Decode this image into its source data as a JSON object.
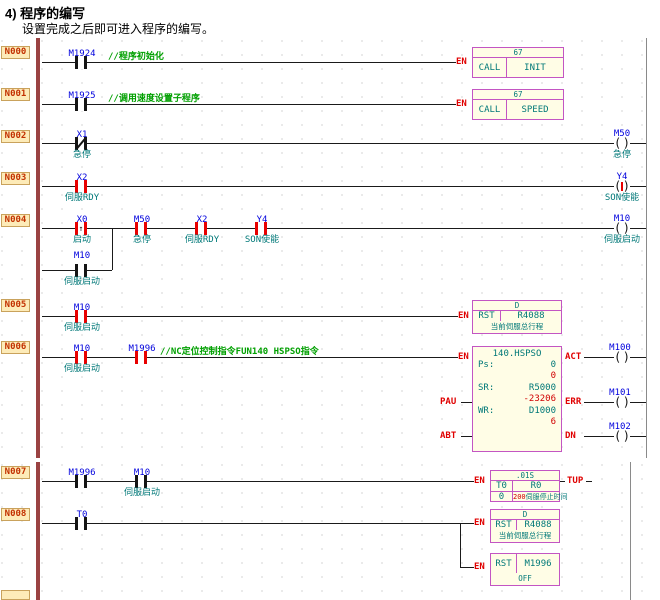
{
  "header": {
    "heading": "4) 程序的编写",
    "subheading": "设置完成之后即可进入程序的编写。"
  },
  "labels": {
    "en": "EN",
    "pau": "PAU",
    "abt": "ABT",
    "act": "ACT",
    "err": "ERR",
    "dn": "DN",
    "tup": "TUP"
  },
  "colors": {
    "power_rail": "#9a4242",
    "wire": "#1a1a1a",
    "element_name": "#0000dd",
    "description": "#007878",
    "comment": "#00a000",
    "pin_label": "#e00000",
    "energized": "#e80000",
    "monitor_value": "#d00000",
    "block_border": "#c355c3",
    "block_fill": "#fffde6",
    "network_box_bg": "#fdebb8",
    "network_box_text": "#c23000"
  },
  "networks": {
    "n000": {
      "id": "N000",
      "contact": "M1924",
      "comment": "//程序初始化",
      "fun": "67",
      "op": "CALL",
      "arg": "INIT"
    },
    "n001": {
      "id": "N001",
      "contact": "M1925",
      "comment": "//调用速度设置子程序",
      "fun": "67",
      "op": "CALL",
      "arg": "SPEED"
    },
    "n002": {
      "id": "N002",
      "contact": "X1",
      "contact_desc": "急停",
      "coil": "M50",
      "coil_desc": "急停"
    },
    "n003": {
      "id": "N003",
      "contact": "X2",
      "contact_desc": "伺服RDY",
      "coil": "Y4",
      "coil_desc": "SON使能"
    },
    "n004": {
      "id": "N004",
      "contacts": [
        {
          "name": "X0",
          "desc": "启动"
        },
        {
          "name": "M50",
          "desc": "急停"
        },
        {
          "name": "X2",
          "desc": "伺服RDY"
        },
        {
          "name": "Y4",
          "desc": "SON使能"
        }
      ],
      "branch": {
        "name": "M10",
        "desc": "伺服启动"
      },
      "coil": "M10",
      "coil_desc": "伺服启动"
    },
    "n005": {
      "id": "N005",
      "contact": "M10",
      "contact_desc": "伺服启动",
      "marker": "D",
      "op": "RST",
      "arg": "R4088",
      "note": "当前伺服总行程"
    },
    "n006": {
      "id": "N006",
      "contacts": [
        {
          "name": "M10",
          "desc": "伺服启动"
        },
        {
          "name": "M1996",
          "desc": ""
        }
      ],
      "comment": "//NC定位控制指令FUN140 HSPSO指令",
      "block": {
        "title": "140.HSPSO",
        "params": [
          {
            "key": "Ps:",
            "value": "0",
            "current": "0"
          },
          {
            "key": "SR:",
            "value": "R5000",
            "current": "-23206"
          },
          {
            "key": "WR:",
            "value": "D1000",
            "current": "6"
          }
        ]
      },
      "coils": [
        "M100",
        "M101",
        "M102"
      ]
    },
    "n007": {
      "id": "N007",
      "contacts": [
        {
          "name": "M1996",
          "desc": ""
        },
        {
          "name": "M10",
          "desc": "伺服启动"
        }
      ],
      "block": {
        "timebase": ".01S",
        "op": "T0",
        "arg": "R0",
        "current": "0",
        "preset": "200",
        "note": "伺服停止时间"
      }
    },
    "n008": {
      "id": "N008",
      "contact": "T0",
      "block1": {
        "marker": "D",
        "op": "RST",
        "arg": "R4088",
        "note": "当前伺服总行程"
      },
      "block2": {
        "op": "RST",
        "arg": "M1996",
        "note": "OFF"
      }
    }
  }
}
